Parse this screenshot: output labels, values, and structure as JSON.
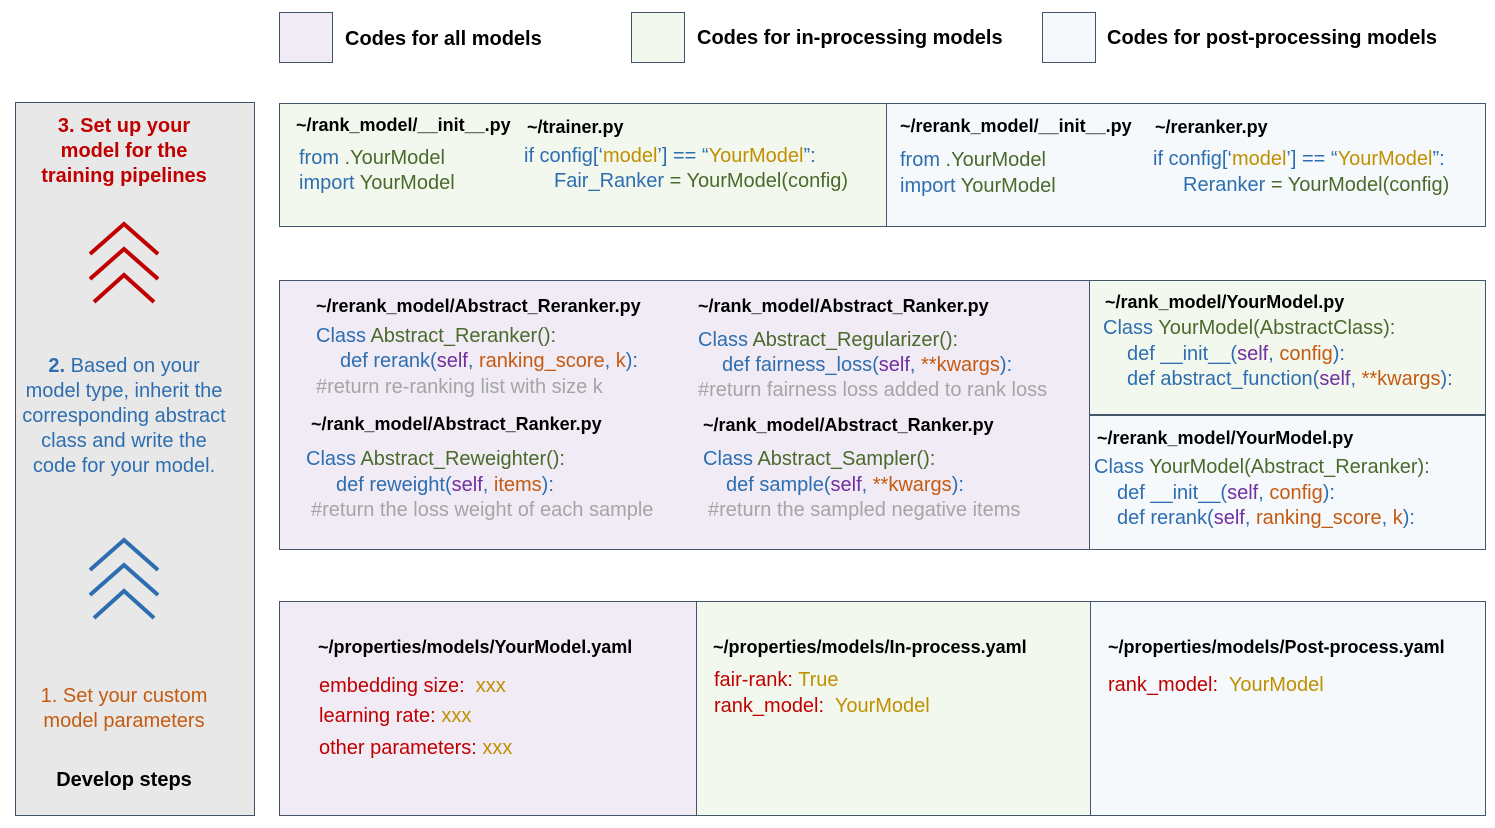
{
  "legend": {
    "all": "Codes for all models",
    "in": "Codes for in-processing models",
    "post": "Codes for post-processing models"
  },
  "steps": {
    "step3": [
      "3. Set up your",
      "model for the",
      "training pipelines"
    ],
    "step2": [
      "2. Based on your",
      "model type, inherit the",
      "corresponding abstract",
      "class and write the",
      "code for your model."
    ],
    "step2_num": "2.",
    "step1": [
      "1. Set your custom",
      "model parameters"
    ],
    "footer": "Develop steps"
  },
  "row1": {
    "in_init": {
      "file": "~/rank_model/__init__.py",
      "l1_kw": "from",
      "l1_rest": " .YourModel",
      "l2_kw": "import",
      "l2_rest": " YourModel"
    },
    "trainer": {
      "file": "~/trainer.py",
      "l1_a": "if config[‘",
      "l1_b": "model",
      "l1_c": "’] == “",
      "l1_d": "YourModel",
      "l1_e": "”:",
      "l2_a": "Fair_Ranker",
      "l2_b": " = ",
      "l2_c": "YourModel(config)"
    },
    "post_init": {
      "file": "~/rerank_model/__init__.py",
      "l1_kw": "from",
      "l1_rest": " .YourModel",
      "l2_kw": "import",
      "l2_rest": " YourModel"
    },
    "reranker": {
      "file": "~/reranker.py",
      "l1_a": "if config[‘",
      "l1_b": "model",
      "l1_c": "’] == “",
      "l1_d": "YourModel",
      "l1_e": "”:",
      "l2_a": "Reranker",
      "l2_b": " = ",
      "l2_c": "YourModel(config)"
    }
  },
  "row2": {
    "abs_reranker": {
      "file": "~/rerank_model/Abstract_Reranker.py",
      "class_kw": "Class",
      "class_name": " Abstract_Reranker():",
      "def_kw": "def",
      "def_name": " rerank(",
      "p1": "self",
      "sep1": ", ",
      "p2": "ranking_score",
      "sep2": ", ",
      "p3": "k",
      "end": "):",
      "comment": "#return re-ranking list with size k"
    },
    "abs_regularizer": {
      "file": "~/rank_model/Abstract_Ranker.py",
      "class_kw": "Class",
      "class_name": " Abstract_Regularizer():",
      "def_kw": "def",
      "def_name": " fairness_loss(",
      "p1": "self",
      "sep1": ", ",
      "p2": "**kwargs",
      "end": "):",
      "comment": "#return fairness loss added to rank loss"
    },
    "abs_reweighter": {
      "file": "~/rank_model/Abstract_Ranker.py",
      "class_kw": "Class",
      "class_name": " Abstract_Reweighter():",
      "def_kw": "def",
      "def_name": " reweight(",
      "p1": "self",
      "sep1": ", ",
      "p2": "items",
      "end": "):",
      "comment": "#return the loss weight of each sample"
    },
    "abs_sampler": {
      "file": "~/rank_model/Abstract_Ranker.py",
      "class_kw": "Class",
      "class_name": " Abstract_Sampler():",
      "def_kw": "def",
      "def_name": " sample(",
      "p1": "self",
      "sep1": ", ",
      "p2": "**kwargs",
      "end": "):",
      "comment": "#return the sampled negative items"
    },
    "in_yourmodel": {
      "file": "~/rank_model/YourModel.py",
      "class_kw": "Class",
      "class_name": " YourModel(AbstractClass):",
      "d1_kw": "def",
      "d1_name": " __init__(",
      "d1_p1": "self",
      "d1_sep": ", ",
      "d1_p2": "config",
      "d1_end": "):",
      "d2_kw": "def",
      "d2_name": " abstract_function(",
      "d2_p1": "self",
      "d2_sep": ", ",
      "d2_p2": "**kwargs",
      "d2_end": "):"
    },
    "post_yourmodel": {
      "file": "~/rerank_model/YourModel.py",
      "class_kw": "Class",
      "class_name": " YourModel(Abstract_Reranker):",
      "d1_kw": "def",
      "d1_name": " __init__(",
      "d1_p1": "self",
      "d1_sep": ", ",
      "d1_p2": "config",
      "d1_end": "):",
      "d2_kw": "def",
      "d2_name": " rerank(",
      "d2_p1": "self",
      "d2_sep": ", ",
      "d2_p2": "ranking_score",
      "d2_sep2": ", ",
      "d2_p3": "k",
      "d2_end": "):"
    }
  },
  "row3": {
    "yaml": {
      "file": "~/properties/models/YourModel.yaml",
      "k1": "embedding size:",
      "v1": "xxx",
      "k2": "learning rate:",
      "v2": "xxx",
      "k3": "other parameters:",
      "v3": "xxx"
    },
    "inproc": {
      "file": "~/properties/models/In-process.yaml",
      "k1": "fair-rank:",
      "v1": "True",
      "k2": "rank_model:",
      "v2": "YourModel"
    },
    "postproc": {
      "file": "~/properties/models/Post-process.yaml",
      "k1": "rank_model:",
      "v1": "YourModel"
    }
  },
  "colors": {
    "purple_bg": "#f0ebf5",
    "green_bg": "#f3f8ee",
    "blue_bg": "#f6f9fc",
    "step3": "#c00000",
    "step2": "#2e6eb0",
    "step1": "#c55a11"
  }
}
